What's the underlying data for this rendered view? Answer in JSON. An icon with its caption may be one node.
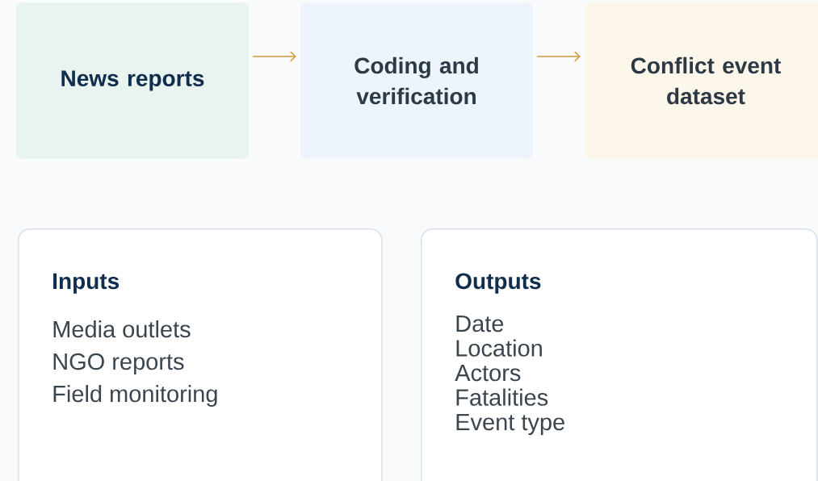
{
  "diagram": {
    "nodes": [
      {
        "text": [
          "News reports"
        ]
      },
      {
        "text": [
          "Coding and verification"
        ]
      },
      {
        "text": [
          "Conflict event dataset"
        ]
      },
      {
        "text": [
          "Inputs",
          "Media outlets",
          "NGO reports",
          "Field monitoring"
        ]
      },
      {
        "text": [
          "Outputs",
          "Date",
          "Location",
          "Actors",
          "Fatalities",
          "Event type"
        ]
      }
    ],
    "edges": [
      {
        "from": 0,
        "to": 1,
        "arrow": "to"
      },
      {
        "from": 1,
        "to": 2,
        "arrow": "to"
      }
    ]
  }
}
